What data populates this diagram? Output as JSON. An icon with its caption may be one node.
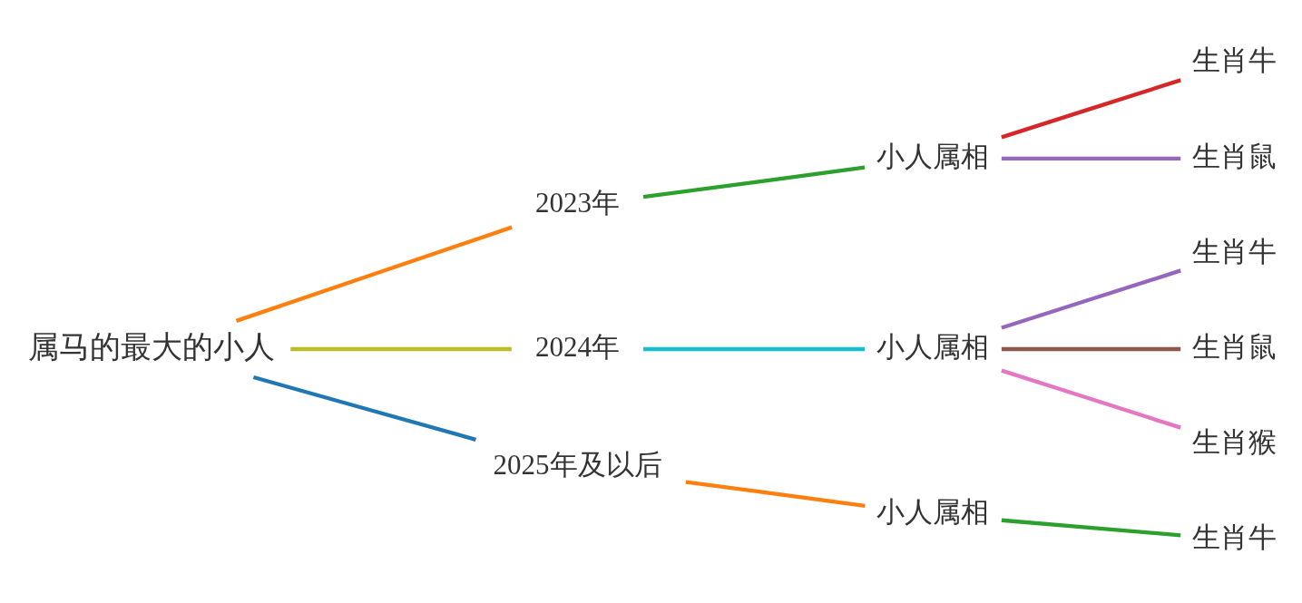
{
  "diagram": {
    "nodes": [
      {
        "text": [
          "属马的最大的小人"
        ]
      },
      {
        "text": [
          "2023年"
        ]
      },
      {
        "text": [
          "小人属相"
        ]
      },
      {
        "text": [
          "生肖牛"
        ]
      },
      {
        "text": [
          "生肖鼠"
        ]
      },
      {
        "text": [
          "2024年"
        ]
      },
      {
        "text": [
          "小人属相"
        ]
      },
      {
        "text": [
          "生肖牛"
        ]
      },
      {
        "text": [
          "生肖鼠"
        ]
      },
      {
        "text": [
          "生肖猴"
        ]
      },
      {
        "text": [
          "2025年及以后"
        ]
      },
      {
        "text": [
          "小人属相"
        ]
      },
      {
        "text": [
          "生肖牛"
        ]
      }
    ],
    "edges": [
      {
        "from": 0,
        "to": 1,
        "arrow": "none",
        "color": "#ff7f0e"
      },
      {
        "from": 1,
        "to": 2,
        "arrow": "none",
        "color": "#2ca02c"
      },
      {
        "from": 2,
        "to": 3,
        "arrow": "none",
        "color": "#d62728"
      },
      {
        "from": 2,
        "to": 4,
        "arrow": "none",
        "color": "#9467bd"
      },
      {
        "from": 0,
        "to": 5,
        "arrow": "none",
        "color": "#bcbd22"
      },
      {
        "from": 5,
        "to": 6,
        "arrow": "none",
        "color": "#17becf"
      },
      {
        "from": 6,
        "to": 7,
        "arrow": "none",
        "color": "#9467bd"
      },
      {
        "from": 6,
        "to": 8,
        "arrow": "none",
        "color": "#8c564b"
      },
      {
        "from": 6,
        "to": 9,
        "arrow": "none",
        "color": "#e377c2"
      },
      {
        "from": 0,
        "to": 10,
        "arrow": "none",
        "color": "#1f77b4"
      },
      {
        "from": 10,
        "to": 11,
        "arrow": "none",
        "color": "#ff7f0e"
      },
      {
        "from": 11,
        "to": 12,
        "arrow": "none",
        "color": "#2ca02c"
      }
    ]
  }
}
